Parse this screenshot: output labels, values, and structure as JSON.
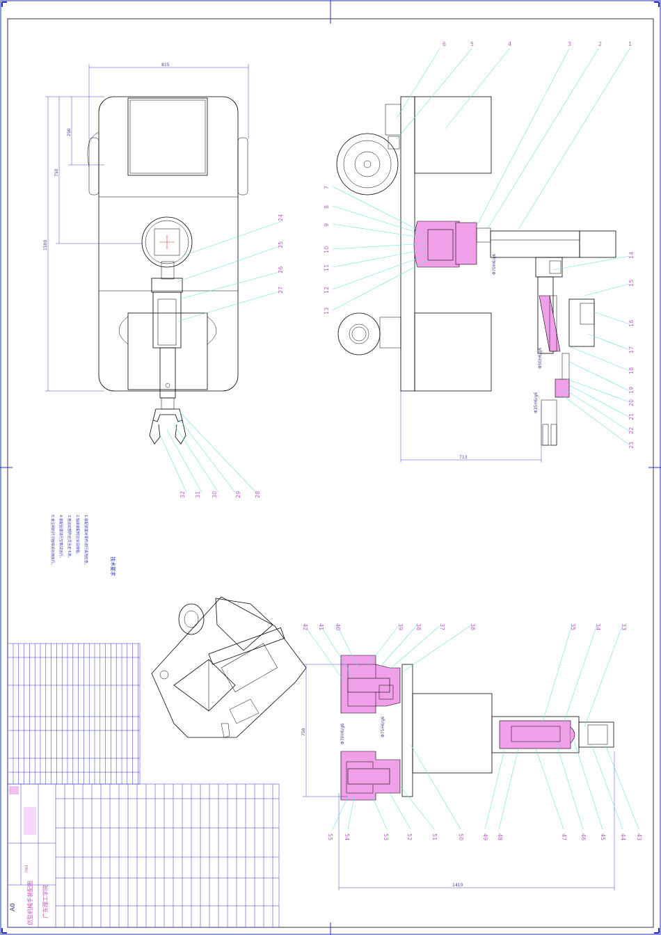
{
  "sheet": {
    "size_code": "A0",
    "title_block_school": "广东理工学院",
    "title_block_name": "仿型机械手装配图",
    "revision_mark": "(m)"
  },
  "notes": {
    "heading": "技术要求",
    "lines": [
      "1.装配前需对零件进行清洗检查。",
      "2.轴承装配时应涂润滑脂。",
      "3.各运动部件应灵活无卡滞。",
      "4.装配后需进行空载试运行。",
      "5.未注明的尺寸按相关标准执行。"
    ]
  },
  "top_view": {
    "dims": {
      "width": "815",
      "d1": "250",
      "d2": "750",
      "d3": "1500"
    },
    "labels": [
      "24",
      "25",
      "26",
      "27",
      "32",
      "31",
      "30",
      "29",
      "28"
    ]
  },
  "side_view": {
    "dims": {
      "bottom": "713",
      "fit1": "Φ70H6/g6",
      "fit2": "Φ50H6/g6",
      "fit3": "Φ35H6/g6"
    },
    "labels_top": [
      "6",
      "5",
      "4",
      "3",
      "2",
      "1"
    ],
    "labels_left": [
      "7",
      "8",
      "9",
      "10",
      "11",
      "12",
      "13"
    ],
    "labels_right": [
      "14",
      "15",
      "16",
      "17",
      "18",
      "19",
      "20",
      "21",
      "22",
      "23"
    ]
  },
  "section_view": {
    "dims": {
      "height": "758",
      "width": "1410",
      "fit1": "Φ70H6/g6",
      "fit2": "Φ75H6/g6"
    },
    "labels_top": [
      "42",
      "41",
      "40",
      "39",
      "38",
      "37",
      "36",
      "35",
      "34",
      "33"
    ],
    "labels_bottom": [
      "55",
      "54",
      "53",
      "52",
      "51",
      "50",
      "49",
      "48",
      "47",
      "46",
      "45",
      "44",
      "43"
    ]
  }
}
